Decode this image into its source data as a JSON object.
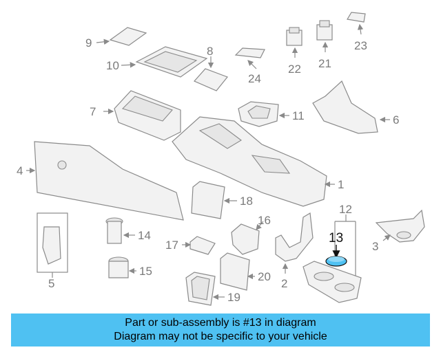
{
  "callouts": {
    "c1": "1",
    "c2": "2",
    "c3": "3",
    "c4": "4",
    "c5": "5",
    "c6": "6",
    "c7": "7",
    "c8": "8",
    "c9": "9",
    "c10": "10",
    "c11": "11",
    "c12": "12",
    "c13": "13",
    "c14": "14",
    "c15": "15",
    "c16": "16",
    "c17": "17",
    "c18": "18",
    "c19": "19",
    "c20": "20",
    "c21": "21",
    "c22": "22",
    "c23": "23",
    "c24": "24"
  },
  "highlight": {
    "part_number": "13",
    "color": "#4fc1f2"
  },
  "banner": {
    "line1": "Part or sub-assembly is #13 in diagram",
    "line2": "Diagram may not be specific to your vehicle",
    "color": "#4fc1f2"
  }
}
